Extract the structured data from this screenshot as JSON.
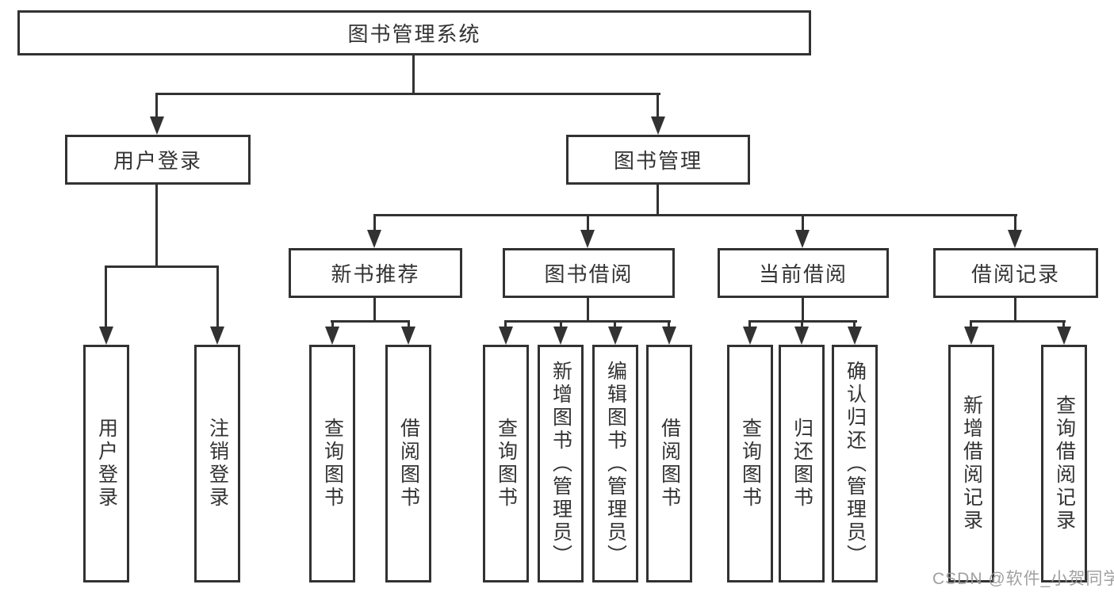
{
  "title": {
    "label": "图书管理系统"
  },
  "level2": [
    {
      "label": "用户登录"
    },
    {
      "label": "图书管理"
    }
  ],
  "level3": [
    {
      "label": "新书推荐"
    },
    {
      "label": "图书借阅"
    },
    {
      "label": "当前借阅"
    },
    {
      "label": "借阅记录"
    }
  ],
  "leaves": [
    {
      "label": "用户登录"
    },
    {
      "label": "注销登录"
    },
    {
      "label": "查询图书"
    },
    {
      "label": "借阅图书"
    },
    {
      "label": "查询图书"
    },
    {
      "label": "新增图书（管理员）"
    },
    {
      "label": "编辑图书（管理员）"
    },
    {
      "label": "借阅图书"
    },
    {
      "label": "查询图书"
    },
    {
      "label": "归还图书"
    },
    {
      "label": "确认归还（管理员）"
    },
    {
      "label": "新增借阅记录"
    },
    {
      "label": "查询借阅记录"
    }
  ],
  "watermark": {
    "text": "CSDN @软件_小贺同学"
  },
  "colors": {
    "line": "#323232",
    "border": "#323232",
    "text": "#333333",
    "watermark": "#989898",
    "background": "#ffffff"
  }
}
